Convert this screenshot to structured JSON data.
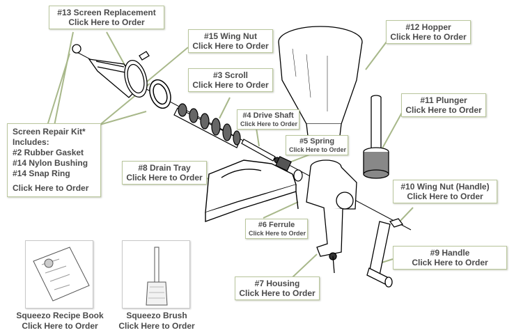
{
  "callouts": {
    "screen_replacement": {
      "title": "#13 Screen Replacement",
      "order": "Click Here to Order"
    },
    "wing_nut_15": {
      "title": "#15 Wing Nut",
      "order": "Click Here to Order"
    },
    "scroll": {
      "title": "#3 Scroll",
      "order": "Click Here to Order"
    },
    "drive_shaft": {
      "title": "#4 Drive Shaft",
      "order": "Click Here to Order"
    },
    "spring": {
      "title": "#5 Spring",
      "order": "Click Here to Order"
    },
    "hopper": {
      "title": "#12 Hopper",
      "order": "Click Here to Order"
    },
    "plunger": {
      "title": "#11 Plunger",
      "order": "Click Here to Order"
    },
    "drain_tray": {
      "title": "#8 Drain Tray",
      "order": "Click Here to Order"
    },
    "ferrule": {
      "title": "#6 Ferrule",
      "order": "Click Here to Order"
    },
    "wing_nut_handle": {
      "title": "#10 Wing Nut (Handle)",
      "order": "Click Here to Order"
    },
    "handle": {
      "title": "#9 Handle",
      "order": "Click Here to Order"
    },
    "housing": {
      "title": "#7 Housing",
      "order": "Click Here to Order"
    }
  },
  "repair_kit": {
    "title": "Screen Repair Kit*",
    "includes": "Includes:",
    "items": [
      "#2 Rubber Gasket",
      "#14 Nylon Bushing",
      "#14 Snap Ring"
    ],
    "order": "Click Here to Order"
  },
  "products": {
    "recipe_book": {
      "name": "Squeezo Recipe Book",
      "order": "Click Here to Order"
    },
    "brush": {
      "name": "Squeezo Brush",
      "order": "Click Here to Order"
    }
  },
  "colors": {
    "callout_border": "#b9c69c",
    "leader_line": "#a8b88a",
    "callout_text": "#4a4a4a"
  }
}
